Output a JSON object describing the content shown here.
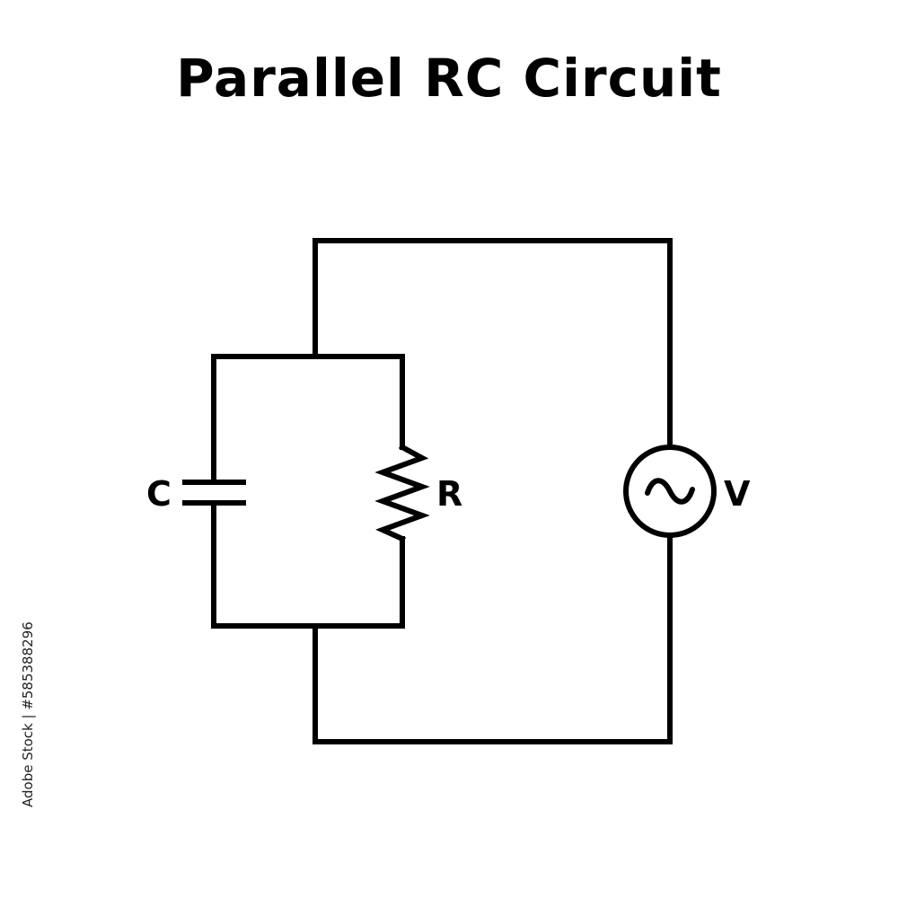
{
  "title": "Parallel RC Circuit",
  "labels": {
    "capacitor": "C",
    "resistor": "R",
    "source": "V"
  },
  "side_text": "Adobe Stock | #585388296",
  "colors": {
    "stroke": "#000000",
    "background": "#ffffff"
  }
}
